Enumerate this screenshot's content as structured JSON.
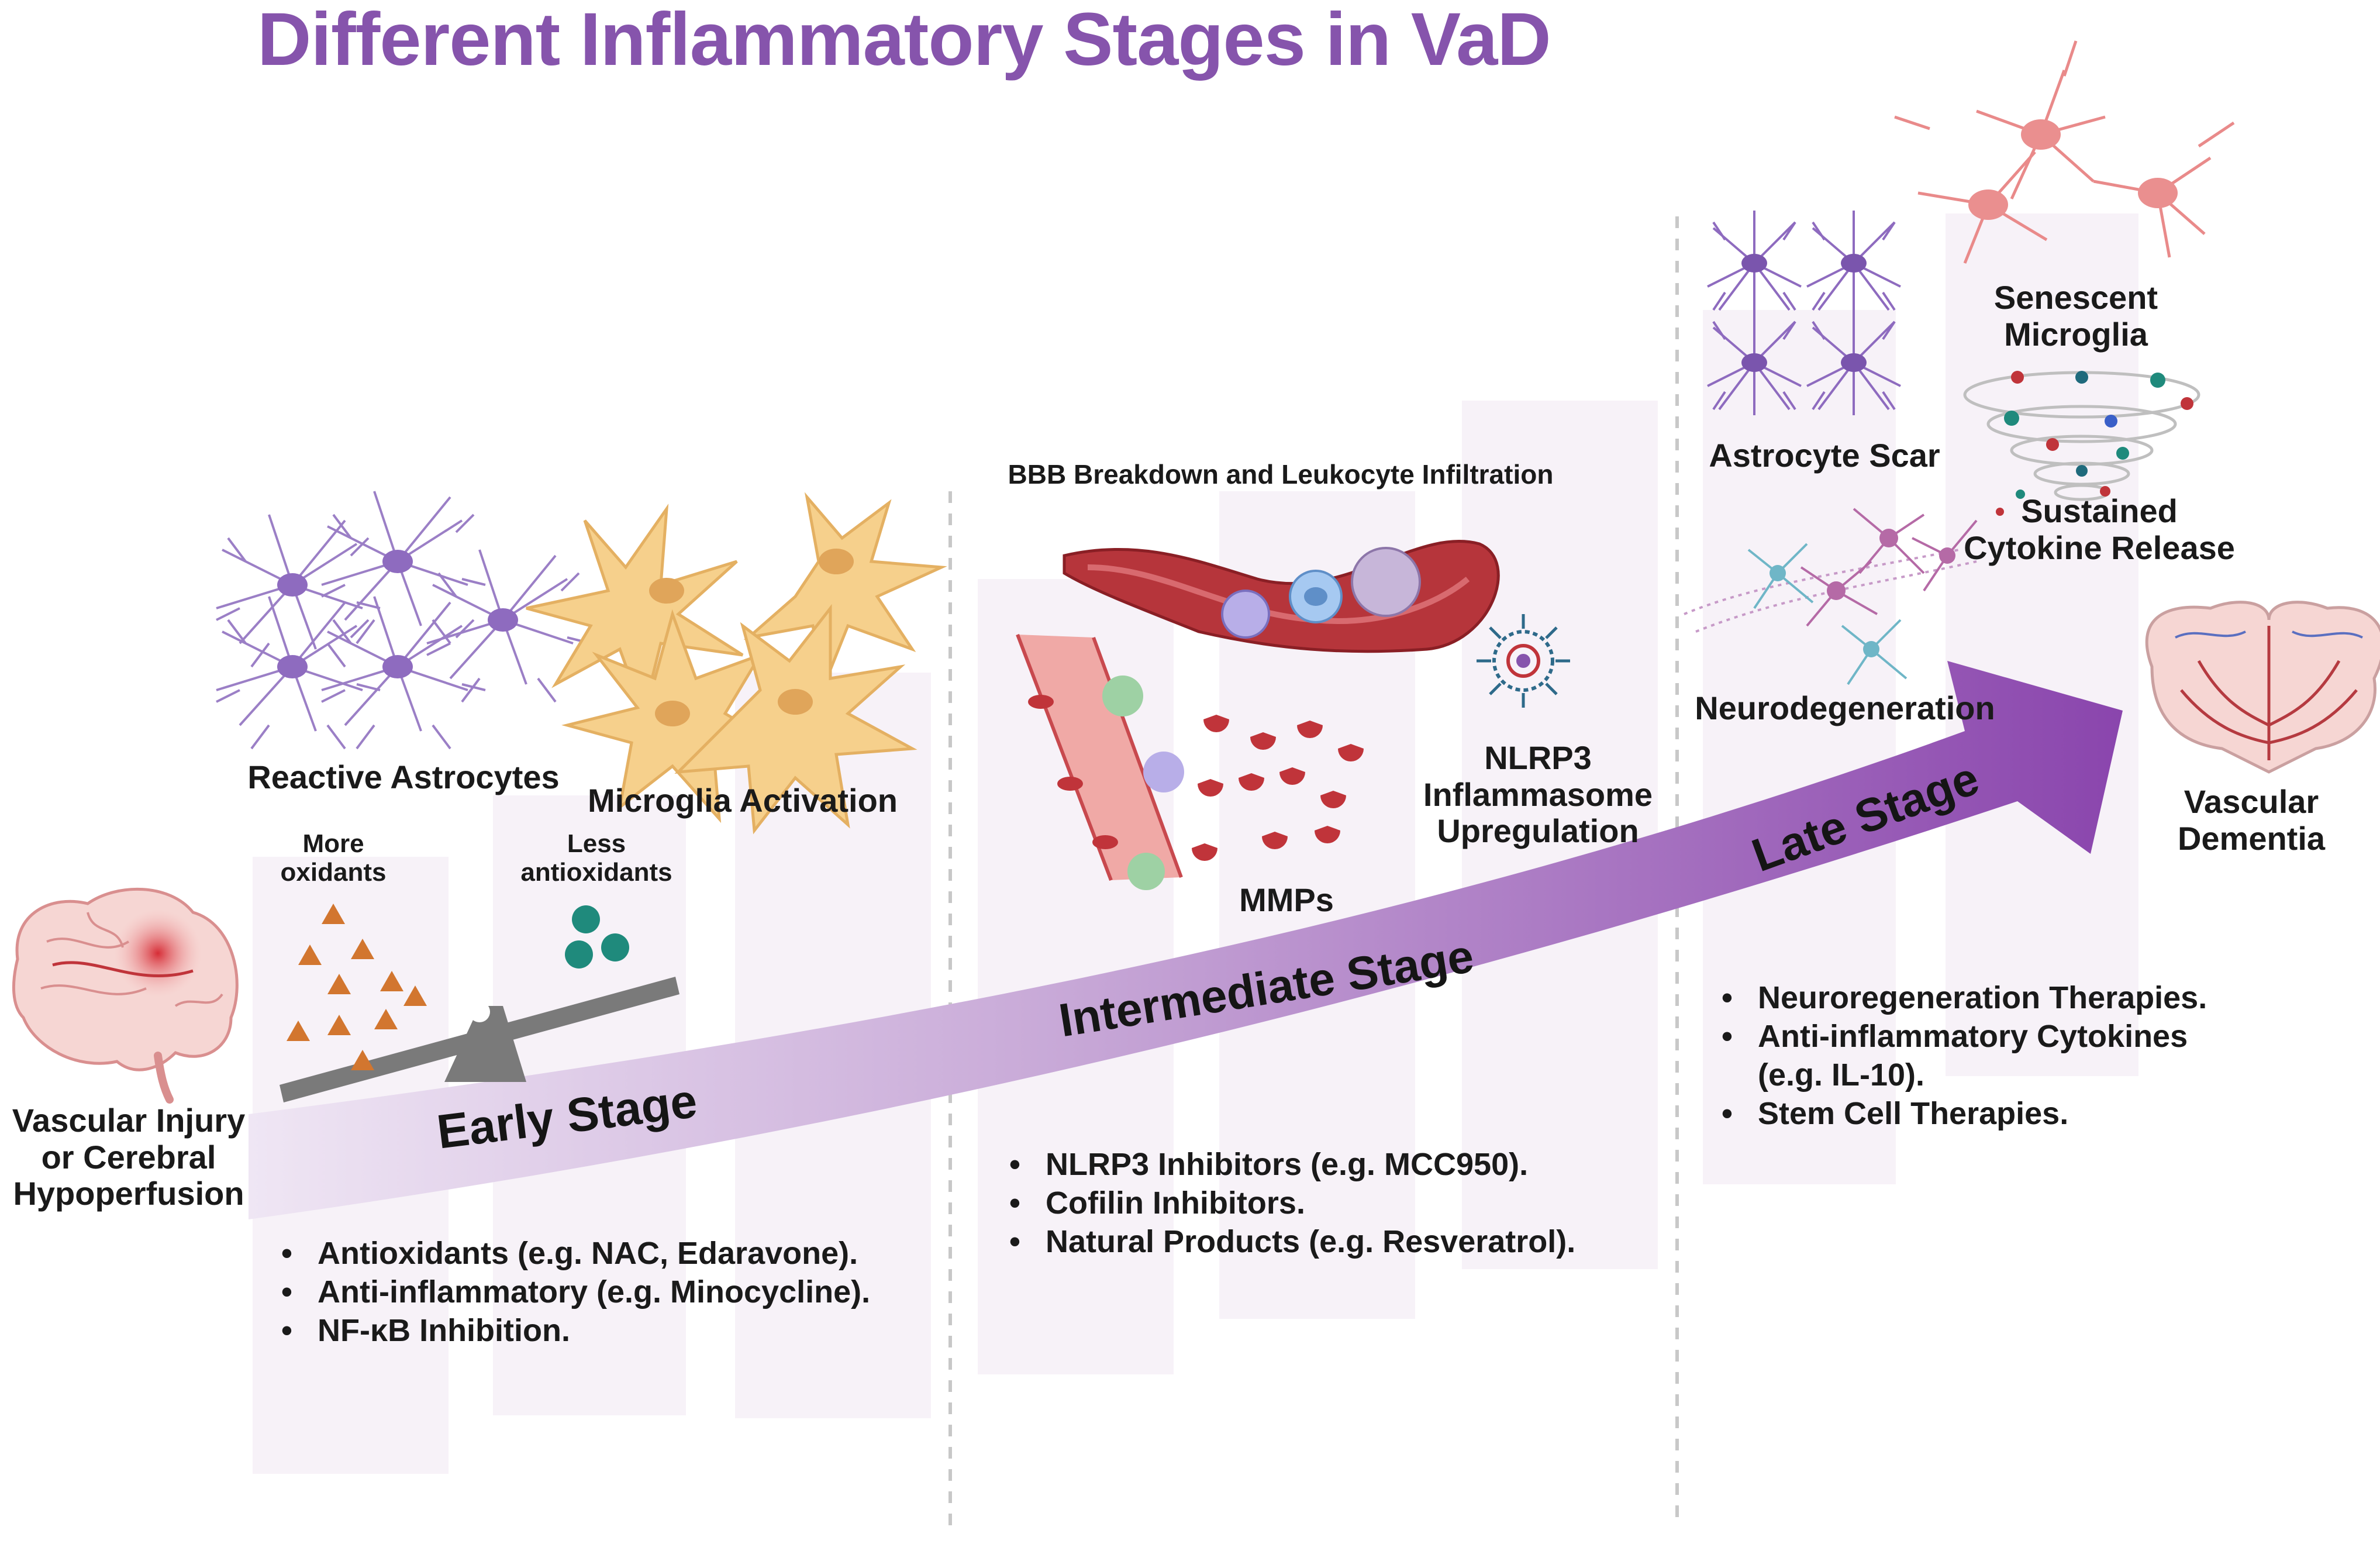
{
  "title": "Different Inflammatory Stages in VaD",
  "start_label": [
    "Vascular Injury",
    "or Cerebral",
    "Hypoperfusion"
  ],
  "end_label": [
    "Vascular",
    "Dementia"
  ],
  "stages": {
    "early": "Early Stage",
    "intermediate": "Intermediate Stage",
    "late": "Late Stage"
  },
  "early": {
    "reactive_astrocytes": "Reactive Astrocytes",
    "microglia_activation": "Microglia Activation",
    "more_oxidants": [
      "More",
      "oxidants"
    ],
    "less_antioxidants": [
      "Less",
      "antioxidants"
    ],
    "therapies": [
      "Antioxidants (e.g. NAC, Edaravone).",
      "Anti-inflammatory (e.g. Minocycline).",
      "NF-κB Inhibition."
    ]
  },
  "intermediate": {
    "bbb": "BBB Breakdown and Leukocyte Infiltration",
    "mmps": "MMPs",
    "nlrp3": [
      "NLRP3",
      "Inflammasome",
      "Upregulation"
    ],
    "therapies": [
      "NLRP3 Inhibitors (e.g. MCC950).",
      "Cofilin Inhibitors.",
      "Natural Products (e.g. Resveratrol)."
    ]
  },
  "late": {
    "astrocyte_scar": "Astrocyte Scar",
    "senescent_microglia": [
      "Senescent",
      "Microglia"
    ],
    "sustained_cytokine": [
      "Sustained",
      "Cytokine Release"
    ],
    "neurodegeneration": "Neurodegeneration",
    "therapies": [
      "Neuroregeneration Therapies.",
      "Anti-inflammatory Cytokines",
      "(e.g. IL-10).",
      "Stem Cell Therapies."
    ]
  },
  "colors": {
    "title": "#8654ac",
    "arrow_start": "#efe6f4",
    "arrow_end": "#8a45ad",
    "bar": "#f7f2f8",
    "astrocyte": "#9b7fc6",
    "microglia": "#f6d08c",
    "senescent": "#e98a8a",
    "vessel": "#a7262c",
    "oxidant": "#d2762f",
    "antioxidant": "#1f8a7c"
  }
}
